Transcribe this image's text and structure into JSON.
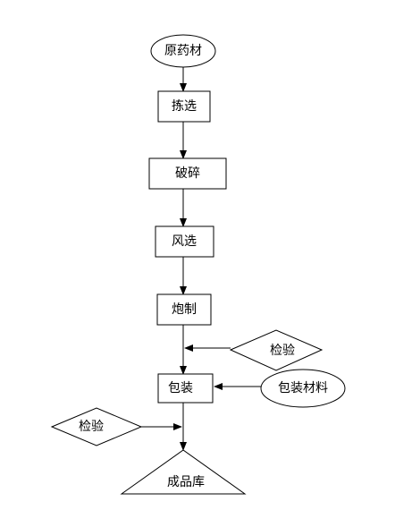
{
  "diagram": {
    "nodes": {
      "raw_material": "原药材",
      "pick": "拣选",
      "crush": "破碎",
      "winnow": "风选",
      "process": "炮制",
      "inspect_1": "检验",
      "package": "包装",
      "packaging_material": "包装材料",
      "inspect_2": "检验",
      "warehouse": "成品库"
    },
    "edges": [
      {
        "from": "raw_material",
        "to": "pick"
      },
      {
        "from": "pick",
        "to": "crush"
      },
      {
        "from": "crush",
        "to": "winnow"
      },
      {
        "from": "winnow",
        "to": "process"
      },
      {
        "from": "process",
        "to": "package"
      },
      {
        "from": "inspect_1",
        "to": "process-package-edge"
      },
      {
        "from": "packaging_material",
        "to": "package"
      },
      {
        "from": "package",
        "to": "warehouse"
      },
      {
        "from": "inspect_2",
        "to": "package-warehouse-edge"
      }
    ],
    "colors": {
      "stroke": "#000000",
      "fill": "#ffffff",
      "background": "#ffffff"
    }
  }
}
